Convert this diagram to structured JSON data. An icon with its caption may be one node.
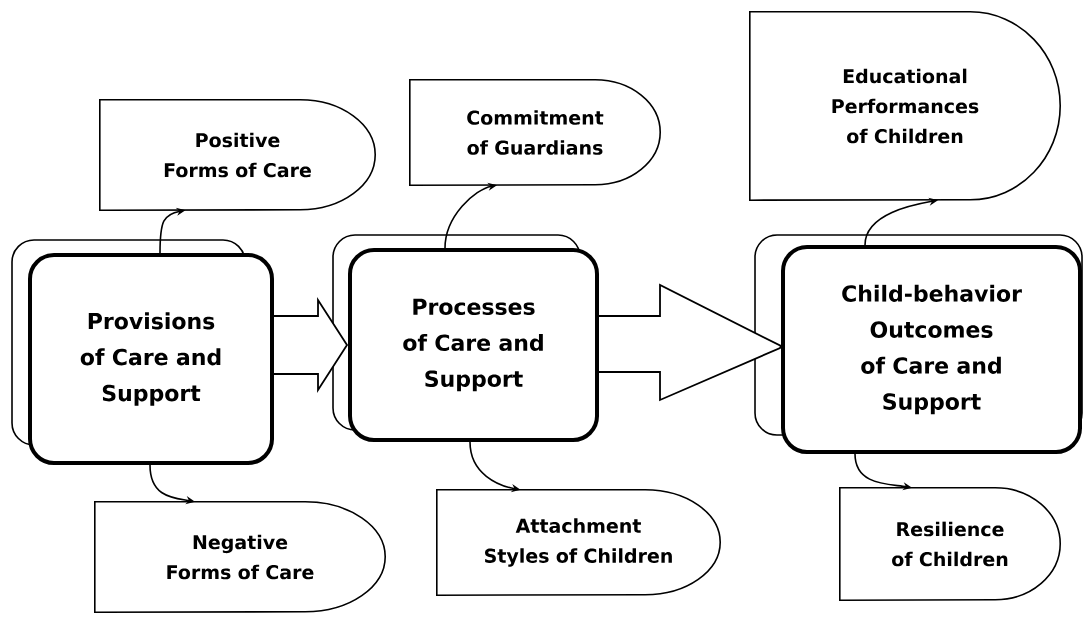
{
  "diagram": {
    "nodes": [
      {
        "text": [
          "Provisions of Care and Support"
        ]
      },
      {
        "text": [
          "Processes of Care and Support"
        ]
      },
      {
        "text": [
          "Child-behavior Outcomes of Care and Support"
        ]
      },
      {
        "text": [
          "Positive Forms of Care"
        ]
      },
      {
        "text": [
          "Negative Forms of Care"
        ]
      },
      {
        "text": [
          "Commitment of Guardians"
        ]
      },
      {
        "text": [
          "Attachment Styles of Children"
        ]
      },
      {
        "text": [
          "Educational Performances of Children"
        ]
      },
      {
        "text": [
          "Resilience of Children"
        ]
      }
    ],
    "edges": [
      {
        "from": 0,
        "to": 1,
        "arrow": "to"
      },
      {
        "from": 1,
        "to": 2,
        "arrow": "to"
      },
      {
        "from": 0,
        "to": 3,
        "arrow": "to"
      },
      {
        "from": 0,
        "to": 4,
        "arrow": "to"
      },
      {
        "from": 1,
        "to": 5,
        "arrow": "to"
      },
      {
        "from": 1,
        "to": 6,
        "arrow": "to"
      },
      {
        "from": 2,
        "to": 7,
        "arrow": "to"
      },
      {
        "from": 2,
        "to": 8,
        "arrow": "to"
      }
    ]
  }
}
